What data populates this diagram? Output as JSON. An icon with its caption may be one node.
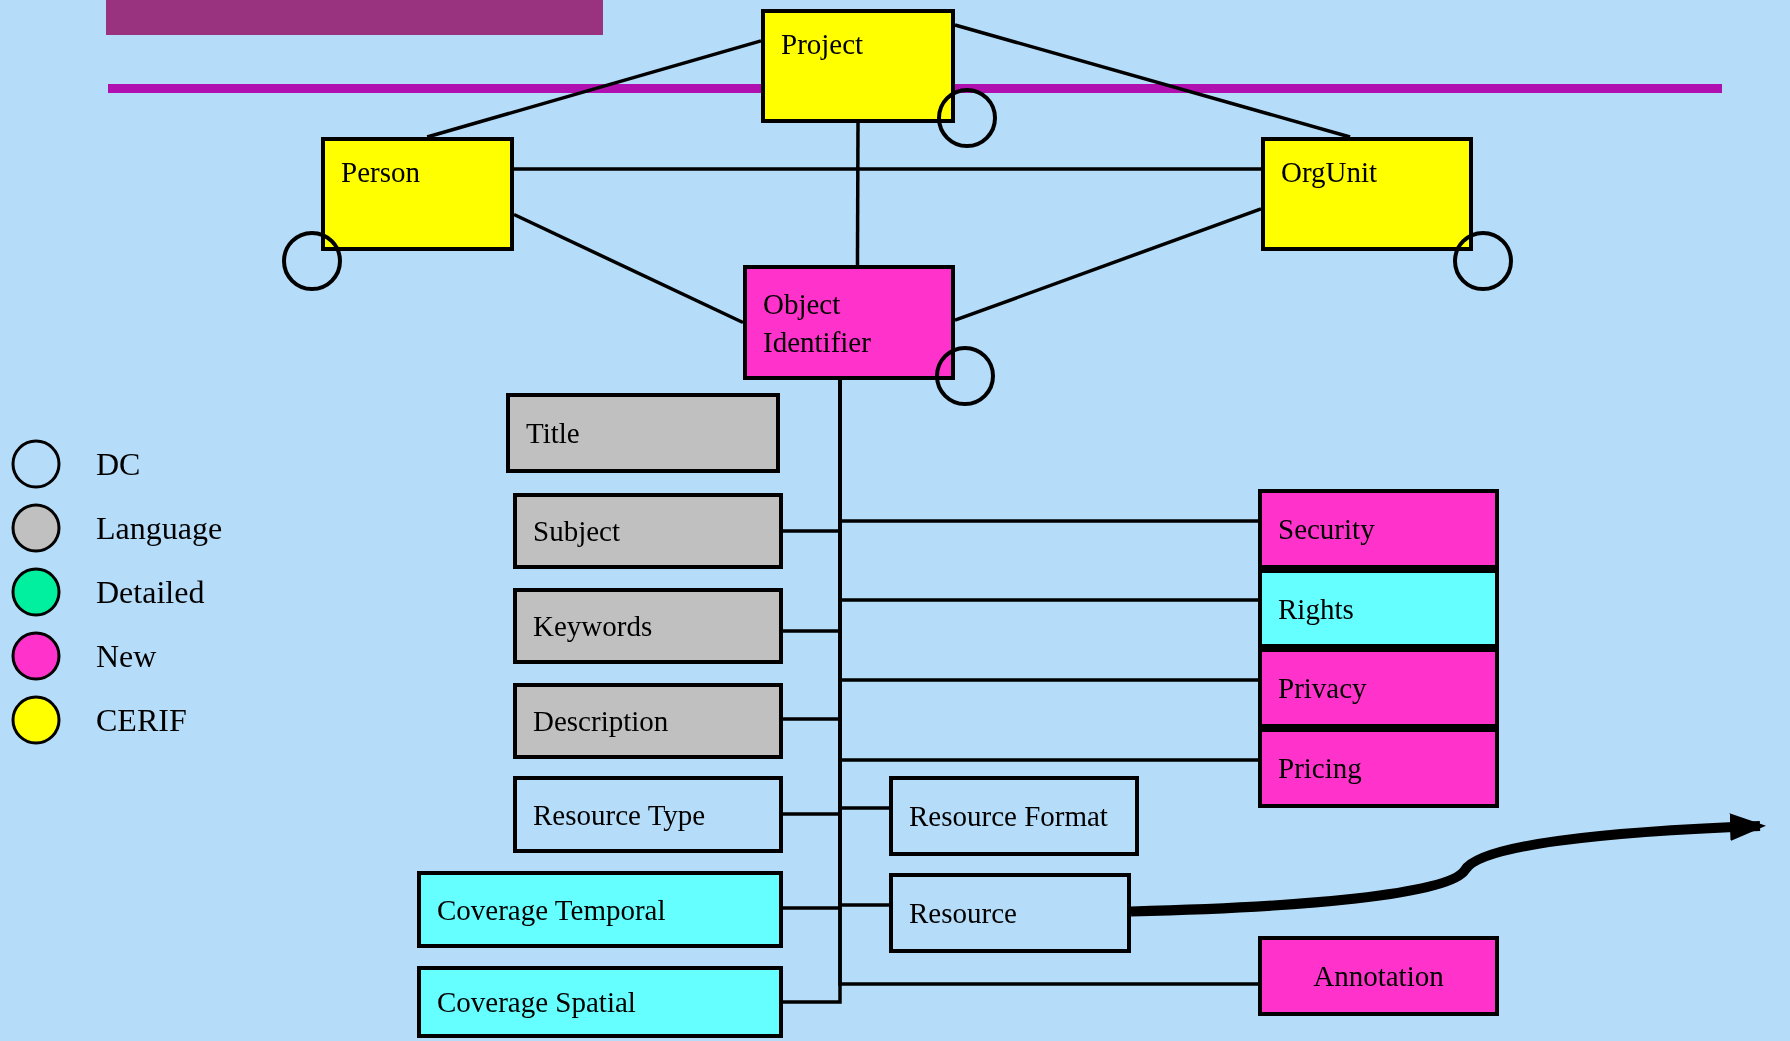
{
  "diagram": {
    "nodes": [
      {
        "text": [
          "Project"
        ]
      },
      {
        "text": [
          "Person"
        ]
      },
      {
        "text": [
          "OrgUnit"
        ]
      },
      {
        "text": [
          "Object Identifier"
        ]
      },
      {
        "text": [
          "Title"
        ]
      },
      {
        "text": [
          "Subject"
        ]
      },
      {
        "text": [
          "Keywords"
        ]
      },
      {
        "text": [
          "Description"
        ]
      },
      {
        "text": [
          "Resource Type"
        ]
      },
      {
        "text": [
          "Coverage Temporal"
        ]
      },
      {
        "text": [
          "Coverage Spatial"
        ]
      },
      {
        "text": [
          "Resource Format"
        ]
      },
      {
        "text": [
          "Resource"
        ]
      },
      {
        "text": [
          "Security"
        ]
      },
      {
        "text": [
          "Rights"
        ]
      },
      {
        "text": [
          "Privacy"
        ]
      },
      {
        "text": [
          "Pricing"
        ]
      },
      {
        "text": [
          "Annotation"
        ]
      }
    ],
    "edges": [
      {
        "from": 0,
        "to": 1,
        "arrow": "none"
      },
      {
        "from": 0,
        "to": 2,
        "arrow": "none"
      },
      {
        "from": 1,
        "to": 2,
        "arrow": "none"
      },
      {
        "from": 0,
        "to": 3,
        "arrow": "none"
      },
      {
        "from": 1,
        "to": 3,
        "arrow": "none"
      },
      {
        "from": 2,
        "to": 3,
        "arrow": "none"
      },
      {
        "from": 3,
        "to": 5,
        "arrow": "none"
      },
      {
        "from": 3,
        "to": 6,
        "arrow": "none"
      },
      {
        "from": 3,
        "to": 7,
        "arrow": "none"
      },
      {
        "from": 3,
        "to": 8,
        "arrow": "none"
      },
      {
        "from": 3,
        "to": 9,
        "arrow": "none"
      },
      {
        "from": 3,
        "to": 10,
        "arrow": "none"
      },
      {
        "from": 3,
        "to": 11,
        "arrow": "none"
      },
      {
        "from": 3,
        "to": 12,
        "arrow": "none"
      },
      {
        "from": 3,
        "to": 13,
        "arrow": "none"
      },
      {
        "from": 3,
        "to": 14,
        "arrow": "none"
      },
      {
        "from": 3,
        "to": 15,
        "arrow": "none"
      },
      {
        "from": 3,
        "to": 16,
        "arrow": "none"
      },
      {
        "from": 3,
        "to": 17,
        "arrow": "none"
      },
      {
        "from": 12,
        "to": null,
        "arrow": "to",
        "style": "thick"
      }
    ],
    "legend": [
      {
        "text": "DC"
      },
      {
        "text": "Language",
        "color": "#c0c0c0"
      },
      {
        "text": "Detailed",
        "color": "#00f0a0"
      },
      {
        "text": "New",
        "color": "#ff33cc"
      },
      {
        "text": "CERIF",
        "color": "#ffff00"
      }
    ]
  }
}
